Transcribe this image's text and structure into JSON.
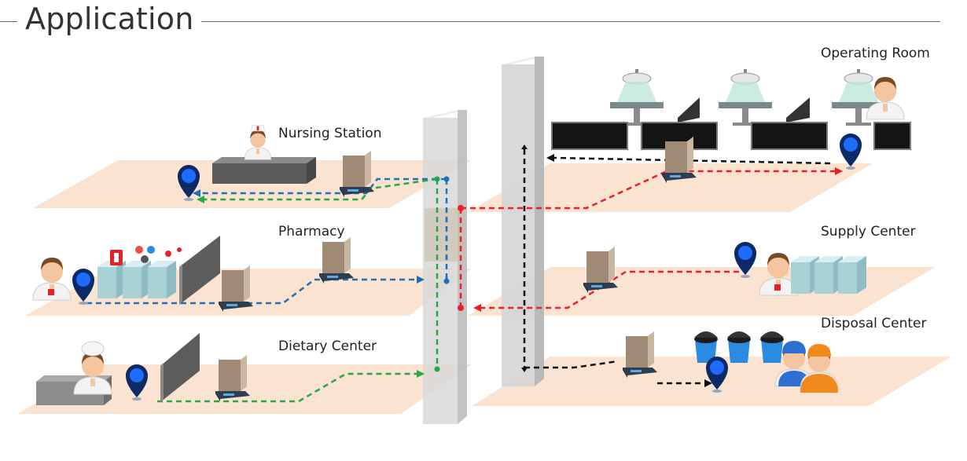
{
  "header": {
    "title": "Application"
  },
  "locations": {
    "nursing_station": "Nursing Station",
    "pharmacy": "Pharmacy",
    "dietary_center": "Dietary Center",
    "operating_room": "Operating Room",
    "supply_center": "Supply Center",
    "disposal_center": "Disposal Center"
  },
  "route_colors": {
    "nursing": "#1f6fb5",
    "dietary": "#26a845",
    "pharmacy": "#1f6fb5",
    "operating_supply": "#e8202a",
    "disposal": "#111111"
  },
  "palette": {
    "floor": "#fbe3d1",
    "elevator": "#dcdcdc",
    "pin": "#1e6cff",
    "cart": "#b29c87"
  }
}
